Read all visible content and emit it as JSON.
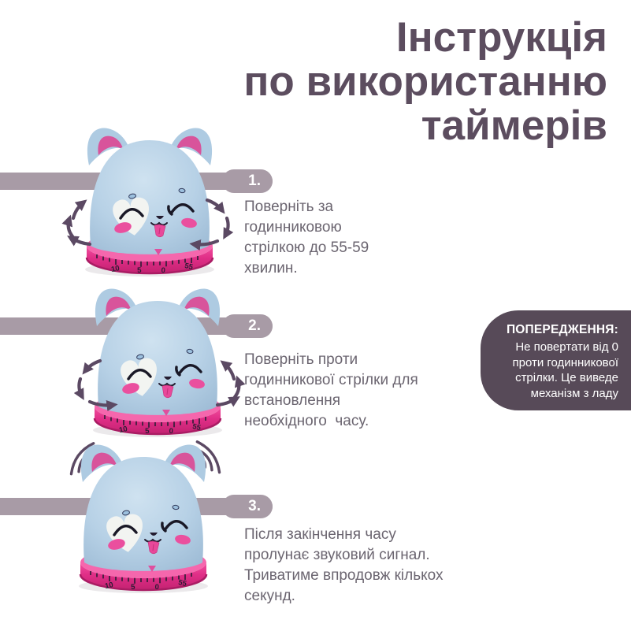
{
  "page_title": "Інструкція\nпо використанню\nтаймерів",
  "steps": [
    {
      "number": "1.",
      "text": "Поверніть за\nгодинниковою\nстрілкою до 55-59\nхвилин.",
      "illustration": "cat-timer-with-clockwise-arrows"
    },
    {
      "number": "2.",
      "text": "Поверніть проти\nгодинникової стрілки для\nвстановлення\nнеобхідного  часу.",
      "illustration": "cat-timer-with-counterclockwise-arrows"
    },
    {
      "number": "3.",
      "text": "Після закінчення часу\nпролунає звуковий сигнал.\nТриватиме впродовж кількох\nсекунд.",
      "illustration": "cat-timer-ringing"
    }
  ],
  "warning": {
    "heading": "ПОПЕРЕДЖЕННЯ:",
    "text": "Не повертати від 0\nпроти годинникової\nстрілки. Це виведе\nмеханізм з ладу"
  },
  "timer_dial": {
    "labels": [
      "10",
      "5",
      "0",
      "55"
    ]
  },
  "colors": {
    "accent_dark_purple": "#5c4d5f",
    "step_bar_mauve": "#a89ba6",
    "warning_bg": "#574a58",
    "body_text_grey": "#6b6570",
    "cat_body_blue": "#b7d1e6",
    "dial_pink": "#e02e87"
  }
}
